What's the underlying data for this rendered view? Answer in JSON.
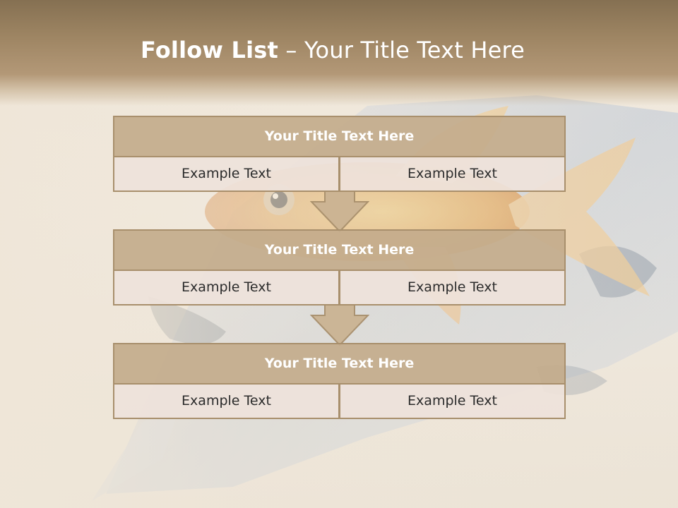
{
  "slide": {
    "title_bold": "Follow List",
    "title_rest": "Your Title Text Here",
    "title_separator": "–"
  },
  "blocks": [
    {
      "title": "Your Title Text Here",
      "left": "Example Text",
      "right": "Example Text"
    },
    {
      "title": "Your Title Text Here",
      "left": "Example Text",
      "right": "Example Text"
    },
    {
      "title": "Your Title Text Here",
      "left": "Example Text",
      "right": "Example Text"
    }
  ],
  "colors": {
    "header": "#9e8563",
    "title_fill": "#c4ac8c",
    "cell_fill": "#eee2da",
    "border": "#a88f6c",
    "arrow_fill": "#cbb393"
  },
  "icons": [
    "down-arrow-icon",
    "goldfish-illustration"
  ]
}
